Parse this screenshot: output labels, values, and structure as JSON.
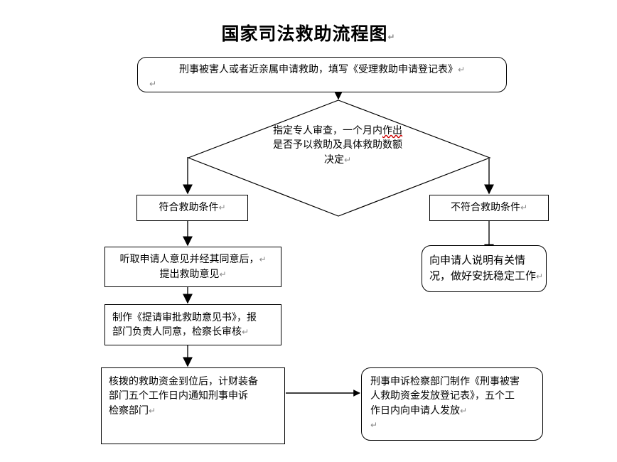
{
  "page": {
    "title": "国家司法救助流程图",
    "title_pilcrow": "↵",
    "accent_color": "#000000",
    "spellcheck_underline_color": "#cc0000",
    "background": "#ffffff"
  },
  "nodes": {
    "apply": {
      "shape": "rounded-rectangle",
      "line1": "刑事被害人或者近亲属申请救助，填写《受理救助申请登记表》",
      "pilcrow1": "↵",
      "line2": "",
      "pilcrow2": "↵"
    },
    "decision": {
      "shape": "diamond",
      "line1_a": "指定专人审查，一个月内",
      "line1_b": "作出",
      "line2": "是否予以救助及具体救助数额",
      "line3": "决定",
      "pilcrow3": "↵"
    },
    "eligible": {
      "shape": "rectangle",
      "line1": "符合救助条件",
      "pilcrow1": "↵"
    },
    "not_eligible": {
      "shape": "rectangle",
      "line1": "不符合救助条件",
      "pilcrow1": "↵"
    },
    "opinion": {
      "shape": "rectangle",
      "line1": "听取申请人意见并经其同意后，",
      "pilcrow1": "↵",
      "line2": "提出救助意见",
      "pilcrow2": "↵"
    },
    "explain": {
      "shape": "rounded-rectangle",
      "line1": "向申请人说明有关情",
      "line2": "况，做好安抚稳定工作",
      "pilcrow2": "↵"
    },
    "report": {
      "shape": "rectangle",
      "line1": "制作《提请审批救助意见书》，报",
      "line2": "部门负责人同意，检察长审核",
      "pilcrow2": "↵"
    },
    "funds": {
      "shape": "rectangle",
      "line1": "核拨的救助资金到位后，计财装备",
      "line2": "部门五个工作日内通知刑事申诉",
      "line3": "检察部门",
      "pilcrow3": "↵"
    },
    "payout": {
      "shape": "rounded-rectangle",
      "line1": "刑事申诉检察部门制作《刑事被害",
      "line2": "人救助资金发放登记表》，五个工",
      "line3": "作日内向申请人发放",
      "pilcrow3": "↵",
      "line4": "",
      "pilcrow4": "↵"
    }
  },
  "connectors": [
    {
      "from": "apply",
      "to": "decision",
      "direction": "down"
    },
    {
      "from": "decision",
      "to": "eligible",
      "direction": "down-left"
    },
    {
      "from": "decision",
      "to": "not_eligible",
      "direction": "down-right"
    },
    {
      "from": "eligible",
      "to": "opinion",
      "direction": "down"
    },
    {
      "from": "not_eligible",
      "to": "explain",
      "direction": "down"
    },
    {
      "from": "opinion",
      "to": "report",
      "direction": "down"
    },
    {
      "from": "report",
      "to": "funds",
      "direction": "down"
    },
    {
      "from": "funds",
      "to": "payout",
      "direction": "right"
    }
  ]
}
